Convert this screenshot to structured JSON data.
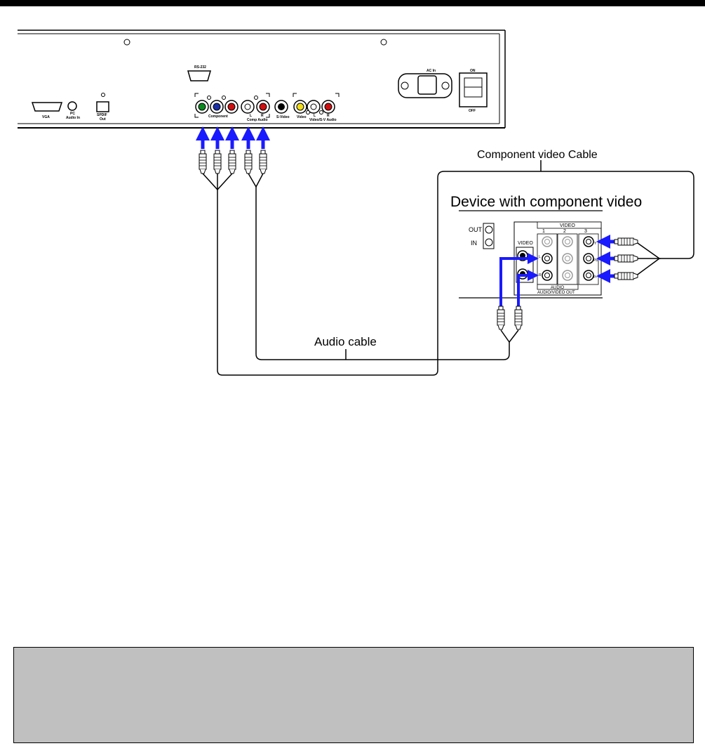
{
  "colors": {
    "arrow": "#1a1aff",
    "green_jack": "#0a8a1e",
    "blue_jack": "#1a2fa8",
    "red_jack": "#d01010",
    "yellow_jack": "#f2dc16",
    "note_background": "#c0c0c0"
  },
  "tv_panel": {
    "rs232": "RS-232",
    "ac_in": "AC In",
    "on": "ON",
    "off": "OFF",
    "vga": "VGA",
    "pc_audio": [
      "PC",
      "Audio In"
    ],
    "spdif": [
      "SPDIF",
      "Out"
    ],
    "component": "Component",
    "comp_audio": [
      "L",
      "R",
      "Comp Audio"
    ],
    "svideo": "S-Video",
    "video": "Video",
    "lr": [
      "L",
      "R"
    ],
    "sv_audio": "Video/S-V Audio"
  },
  "labels": {
    "component_cable": "Component video Cable",
    "audio_cable": "Audio cable"
  },
  "device": {
    "title": "Device with component video",
    "out": "OUT",
    "in": "IN",
    "video_header": "VIDEO",
    "cols": [
      "1",
      "2",
      "3"
    ],
    "video_side": "VIDEO",
    "L": "L",
    "R": "R",
    "Y": "Y",
    "Pb": "Pb",
    "Pr": "Pr",
    "audio": "AUDIO",
    "av_out": "AUDIO/VIDEO OUT"
  },
  "icons": [
    "blue-arrow-icon",
    "rca-plug-icon",
    "screw-icon"
  ]
}
